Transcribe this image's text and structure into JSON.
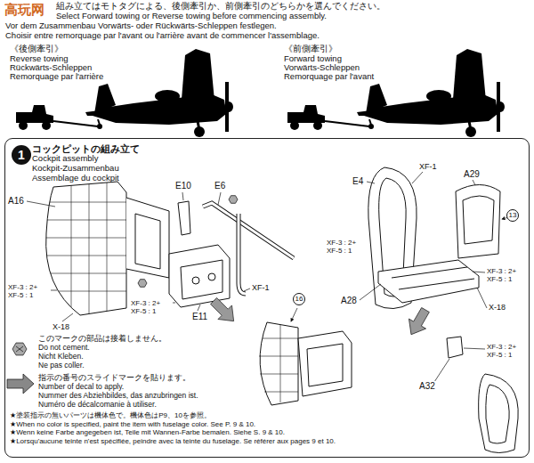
{
  "diagram": {
    "nodes": [
      {
        "text": [
          "コックピットの組み立て",
          "Cockpit assembly",
          "Kockpit-Zusammenbau",
          "Assemblage du cockpit"
        ]
      },
      {
        "text": [
          "1"
        ],
        "in": 0
      },
      {
        "text": [
          "13"
        ],
        "in": 0
      },
      {
        "text": [
          "16"
        ],
        "in": 0
      }
    ],
    "labels": [
      "高玩网",
      "組み立てはモトタグによる、後側牽引か、前側牽引のどちらかを選んでください。",
      "Select Forward towing or Reverse towing before commencing assembly.",
      "Vor dem Zusammenbau Vorwärts- oder Rückwärts-Schleppen festlegen.",
      "Choisir entre remorquage par l'avant ou l'arrière avant de commencer l'assemblage.",
      "《後側牽引》",
      "Reverse towing",
      "Rückwärts-Schleppen",
      "Remorquage par l'arrière",
      "《前側牽引》",
      "Forward towing",
      "Vorwärts-Schleppen",
      "Remorquage par l'avant",
      "A16",
      "E10",
      "E6",
      "XF-3 : 2+ XF-5 : 1",
      "XF-3 : 2+ XF-5 : 1",
      "E11",
      "XF-1",
      "X-18",
      "E4",
      "XF-1",
      "A29",
      "XF-3 : 2+ XF-5 : 1",
      "XF-3 : 2+ XF-5 : 1",
      "A28",
      "X-18",
      "XF-3 : 2+ XF-5 : 1",
      "A32",
      "このマークの部品は接着しません。",
      "Do not cement.",
      "Nicht Kleben.",
      "Ne pas coller.",
      "指示の番号のスライドマークを貼ります。",
      "Number of decal to apply.",
      "Nummer des Abziehbildes, das anzubringen ist.",
      "Numéro de décalcomanie à utiliser.",
      "★塗装指示の無いパーツは機体色で。機体色はP9、10を参照。",
      "★When no color is specified, paint the item with fuselage color. See P. 9 & 10.",
      "★Wenn keine Farbe angegeben ist, Teile mit Wannen-Farbe bemalen. Siehe S. 9 & 10.",
      "★Lorsqu'aucune teinte n'est spécifiée, peindre avec la teinte du fuselage. Se référer aux pages 9 et 10."
    ]
  }
}
